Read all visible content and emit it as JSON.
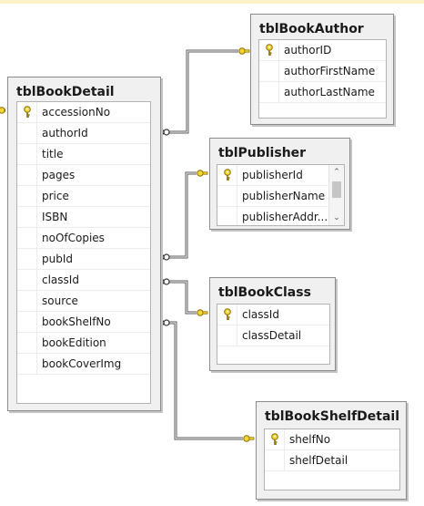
{
  "tables": {
    "bookDetail": {
      "title": "tblBookDetail",
      "columns": [
        "accessionNo",
        "authorId",
        "title",
        "pages",
        "price",
        "ISBN",
        "noOfCopies",
        "pubId",
        "classId",
        "source",
        "bookShelfNo",
        "bookEdition",
        "bookCoverImg"
      ],
      "primary_key_index": 0
    },
    "bookAuthor": {
      "title": "tblBookAuthor",
      "columns": [
        "authorID",
        "authorFirstName",
        "authorLastName"
      ],
      "primary_key_index": 0
    },
    "publisher": {
      "title": "tblPublisher",
      "columns": [
        "publisherId",
        "publisherName",
        "publisherAddr..."
      ],
      "primary_key_index": 0,
      "scroll_up_glyph": "⌃",
      "scroll_down_glyph": "⌄"
    },
    "bookClass": {
      "title": "tblBookClass",
      "columns": [
        "classId",
        "classDetail"
      ],
      "primary_key_index": 0
    },
    "bookShelfDetail": {
      "title": "tblBookShelfDetail",
      "columns": [
        "shelfNo",
        "shelfDetail"
      ],
      "primary_key_index": 0
    }
  },
  "relationships": [
    {
      "from": "bookDetail.authorId",
      "to": "bookAuthor.authorID",
      "from_end": "many",
      "to_end": "one"
    },
    {
      "from": "bookDetail.pubId",
      "to": "publisher.publisherId",
      "from_end": "many",
      "to_end": "one"
    },
    {
      "from": "bookDetail.classId",
      "to": "bookClass.classId",
      "from_end": "many",
      "to_end": "one"
    },
    {
      "from": "bookDetail.bookShelfNo",
      "to": "bookShelfDetail.shelfNo",
      "from_end": "many",
      "to_end": "one"
    },
    {
      "from": "bookDetail.accessionNo",
      "to": "offscreen",
      "from_end": "one",
      "to_end": "unknown"
    }
  ],
  "colors": {
    "key_fill": "#f5d731",
    "key_stroke": "#8a6d00",
    "relationship_line": "#5a5a5a",
    "table_background": "#f0f0f0",
    "top_bar": "#fdf2c4"
  }
}
